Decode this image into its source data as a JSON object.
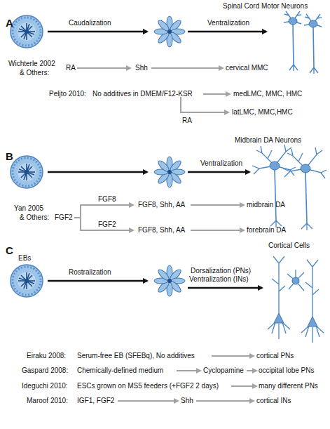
{
  "diagram": {
    "labels": [
      "Spinal Cord Motor Neurons",
      "A",
      "Caudalization",
      "Ventralization",
      "Wichterle 2002",
      "& Others:",
      "RA",
      "Shh",
      "cervical MMC",
      "Peljto 2010:",
      "No additives in DMEM/F12-KSR",
      "medLMC, MMC, HMC",
      "latLMC, MMC,HMC",
      "RA",
      "Midbrain DA Neurons",
      "B",
      "Ventralization",
      "Yan 2005",
      "& Others:",
      "FGF2",
      "FGF8",
      "FGF8, Shh, AA",
      "midbrain DA",
      "FGF2",
      "FGF8, Shh, AA",
      "forebrain DA",
      "Cortical Cells",
      "C",
      "EBs",
      "Rostralization",
      "Dorsalization (PNs)",
      "Ventralization (INs)",
      "Eiraku 2008:",
      "Serum-free EB (SFEBq), No additives",
      "cortical PNs",
      "Gaspard 2008:",
      "Chemically-defined medium",
      "Cyclopamine",
      "occipital lobe PNs",
      "Ideguchi 2010:",
      "ESCs grown on MS5 feeders (+FGF2 2 days)",
      "many different PNs",
      "Maroof 2010:",
      "IGF1, FGF2",
      "Shh",
      "cortical INs"
    ]
  }
}
